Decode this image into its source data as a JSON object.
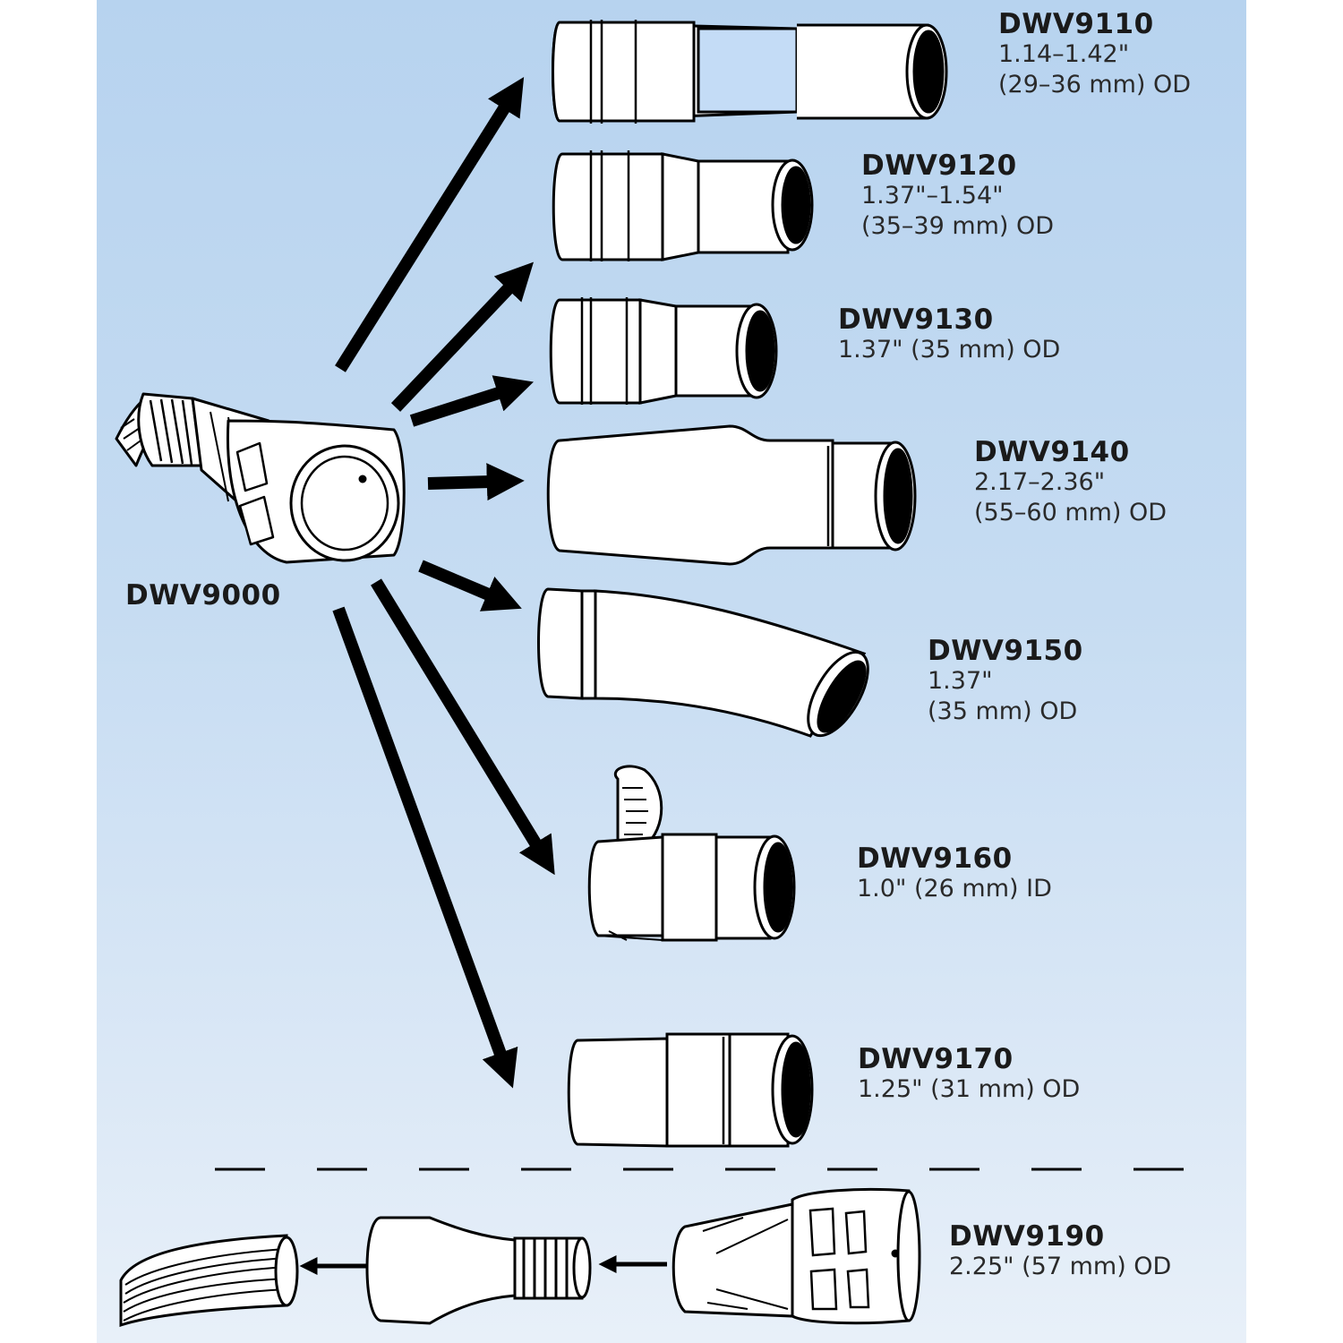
{
  "hub": {
    "code": "DWV9000",
    "icon": "hose-connector-icon"
  },
  "adapters": [
    {
      "code": "DWV9110",
      "spec": [
        "1.14–1.42\"",
        "(29–36 mm) OD"
      ],
      "icon": "stepped-adapter-icon"
    },
    {
      "code": "DWV9120",
      "spec": [
        "1.37\"–1.54\"",
        "(35–39 mm) OD"
      ],
      "icon": "stepped-adapter-icon"
    },
    {
      "code": "DWV9130",
      "spec": [
        "1.37\" (35 mm) OD"
      ],
      "icon": "stepped-adapter-icon"
    },
    {
      "code": "DWV9140",
      "spec": [
        "2.17–2.36\"",
        "(55–60 mm) OD"
      ],
      "icon": "tapered-adapter-icon"
    },
    {
      "code": "DWV9150",
      "spec": [
        "1.37\"",
        "(35 mm) OD"
      ],
      "icon": "angled-adapter-icon"
    },
    {
      "code": "DWV9160",
      "spec": [
        "1.0\" (26 mm) ID"
      ],
      "icon": "clamp-adapter-icon"
    },
    {
      "code": "DWV9170",
      "spec": [
        "1.25\" (31 mm) OD"
      ],
      "icon": "straight-adapter-icon"
    }
  ],
  "bottom": {
    "code": "DWV9190",
    "spec": [
      "2.25\" (57 mm) OD"
    ],
    "icon": "hose-cuff-icon"
  },
  "colors": {
    "background_top": "#b7d3ef",
    "background_bottom": "#e8f0f9",
    "ink": "#000000",
    "part_fill": "#ffffff",
    "highlight": "#c4dcf6"
  }
}
